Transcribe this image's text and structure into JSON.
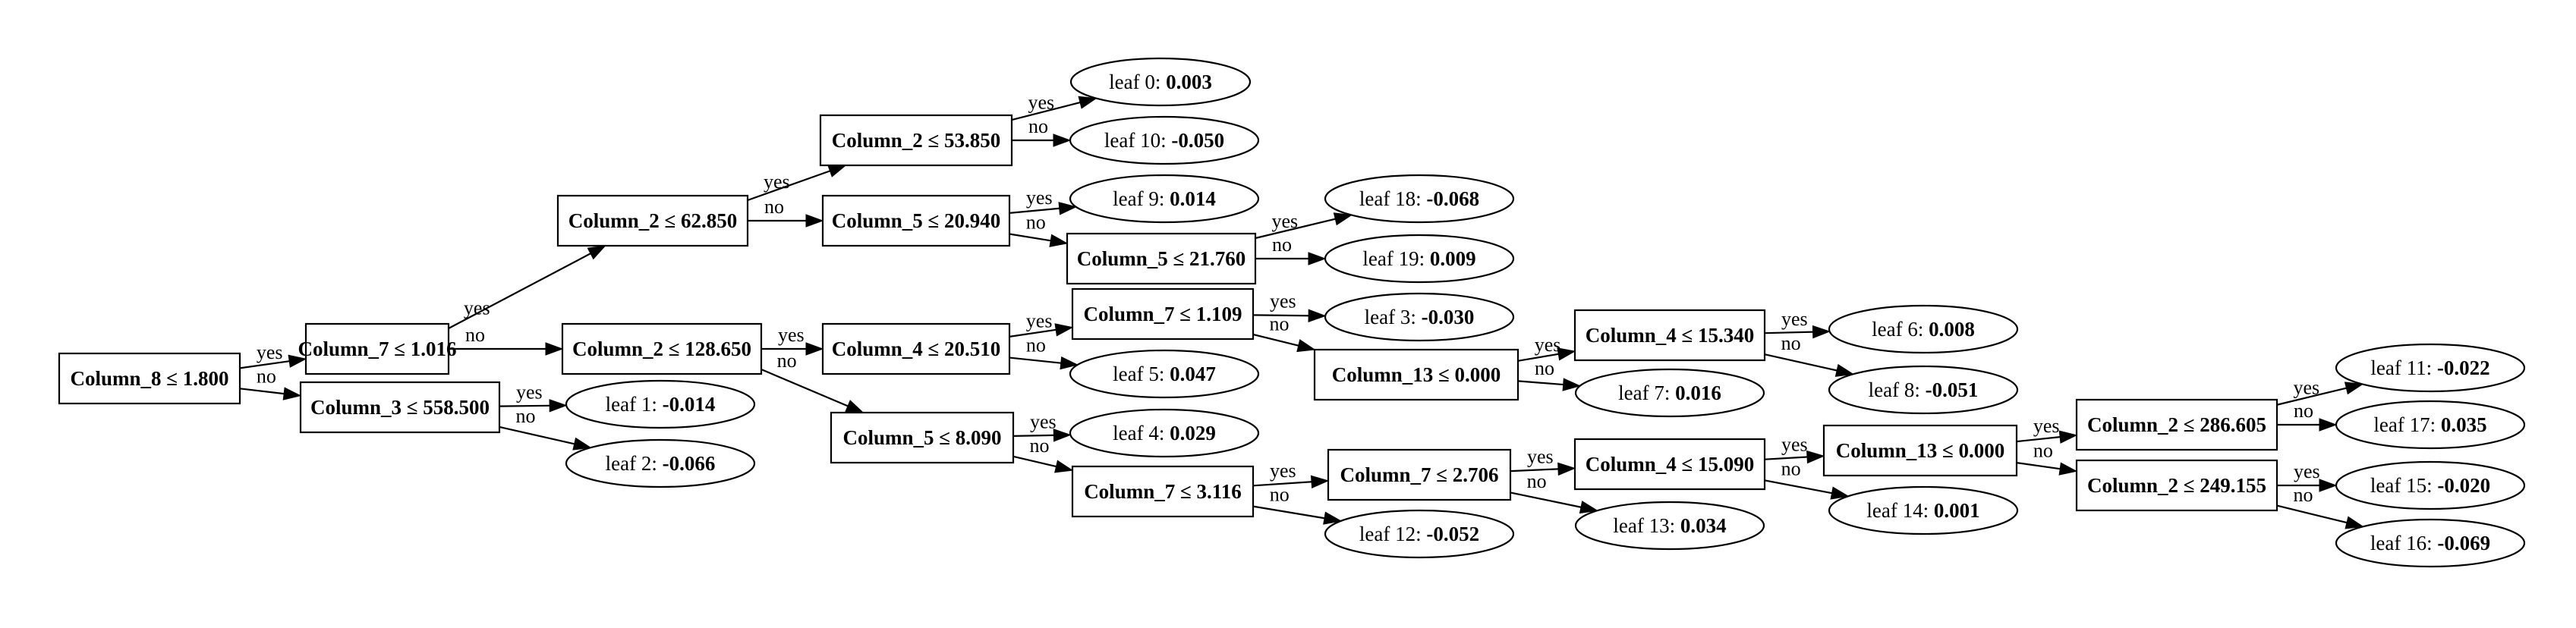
{
  "colors": {
    "stroke": "#000000",
    "fill": "#ffffff"
  },
  "nodes": {
    "s_c8": {
      "kind": "split",
      "label": "Column_8 ≤ 1.800"
    },
    "s_c7a": {
      "kind": "split",
      "label": "Column_7 ≤ 1.016"
    },
    "s_c3": {
      "kind": "split",
      "label": "Column_3 ≤ 558.500"
    },
    "s_c2a": {
      "kind": "split",
      "label": "Column_2 ≤ 62.850"
    },
    "s_c2b": {
      "kind": "split",
      "label": "Column_2 ≤ 128.650"
    },
    "s_c2c": {
      "kind": "split",
      "label": "Column_2 ≤ 53.850"
    },
    "s_c5a": {
      "kind": "split",
      "label": "Column_5 ≤ 20.940"
    },
    "s_c4a": {
      "kind": "split",
      "label": "Column_4 ≤ 20.510"
    },
    "s_c5b": {
      "kind": "split",
      "label": "Column_5 ≤ 8.090"
    },
    "s_c5c": {
      "kind": "split",
      "label": "Column_5 ≤ 21.760"
    },
    "s_c7b": {
      "kind": "split",
      "label": "Column_7 ≤ 1.109"
    },
    "s_c7c": {
      "kind": "split",
      "label": "Column_7 ≤ 3.116"
    },
    "s_c13a": {
      "kind": "split",
      "label": "Column_13 ≤ 0.000"
    },
    "s_c7d": {
      "kind": "split",
      "label": "Column_7 ≤ 2.706"
    },
    "s_c4b": {
      "kind": "split",
      "label": "Column_4 ≤ 15.340"
    },
    "s_c4c": {
      "kind": "split",
      "label": "Column_4 ≤ 15.090"
    },
    "s_c13b": {
      "kind": "split",
      "label": "Column_13 ≤ 0.000"
    },
    "s_c2d": {
      "kind": "split",
      "label": "Column_2 ≤ 286.605"
    },
    "s_c2e": {
      "kind": "split",
      "label": "Column_2 ≤ 249.155"
    },
    "l0": {
      "kind": "leaf",
      "name": "leaf 0: ",
      "value": "0.003"
    },
    "l10": {
      "kind": "leaf",
      "name": "leaf 10: ",
      "value": "-0.050"
    },
    "l9": {
      "kind": "leaf",
      "name": "leaf 9: ",
      "value": "0.014"
    },
    "l18": {
      "kind": "leaf",
      "name": "leaf 18: ",
      "value": "-0.068"
    },
    "l19": {
      "kind": "leaf",
      "name": "leaf 19: ",
      "value": "0.009"
    },
    "l3": {
      "kind": "leaf",
      "name": "leaf 3: ",
      "value": "-0.030"
    },
    "l5": {
      "kind": "leaf",
      "name": "leaf 5: ",
      "value": "0.047"
    },
    "l1": {
      "kind": "leaf",
      "name": "leaf 1: ",
      "value": "-0.014"
    },
    "l2": {
      "kind": "leaf",
      "name": "leaf 2: ",
      "value": "-0.066"
    },
    "l4": {
      "kind": "leaf",
      "name": "leaf 4: ",
      "value": "0.029"
    },
    "l12": {
      "kind": "leaf",
      "name": "leaf 12: ",
      "value": "-0.052"
    },
    "l7": {
      "kind": "leaf",
      "name": "leaf 7: ",
      "value": "0.016"
    },
    "l6": {
      "kind": "leaf",
      "name": "leaf 6: ",
      "value": "0.008"
    },
    "l8": {
      "kind": "leaf",
      "name": "leaf 8: ",
      "value": "-0.051"
    },
    "l13": {
      "kind": "leaf",
      "name": "leaf 13: ",
      "value": "0.034"
    },
    "l14": {
      "kind": "leaf",
      "name": "leaf 14: ",
      "value": "0.001"
    },
    "l11": {
      "kind": "leaf",
      "name": "leaf 11: ",
      "value": "-0.022"
    },
    "l17": {
      "kind": "leaf",
      "name": "leaf 17: ",
      "value": "0.035"
    },
    "l15": {
      "kind": "leaf",
      "name": "leaf 15: ",
      "value": "-0.020"
    },
    "l16": {
      "kind": "leaf",
      "name": "leaf 16: ",
      "value": "-0.069"
    }
  },
  "edges": [
    {
      "from": "s_c8",
      "to": "s_c7a",
      "label": "yes"
    },
    {
      "from": "s_c8",
      "to": "s_c3",
      "label": "no"
    },
    {
      "from": "s_c7a",
      "to": "s_c2a",
      "label": "yes"
    },
    {
      "from": "s_c7a",
      "to": "s_c2b",
      "label": "no"
    },
    {
      "from": "s_c3",
      "to": "l1",
      "label": "yes"
    },
    {
      "from": "s_c3",
      "to": "l2",
      "label": "no"
    },
    {
      "from": "s_c2a",
      "to": "s_c2c",
      "label": "yes"
    },
    {
      "from": "s_c2a",
      "to": "s_c5a",
      "label": "no"
    },
    {
      "from": "s_c2b",
      "to": "s_c4a",
      "label": "yes"
    },
    {
      "from": "s_c2b",
      "to": "s_c5b",
      "label": "no"
    },
    {
      "from": "s_c2c",
      "to": "l0",
      "label": "yes"
    },
    {
      "from": "s_c2c",
      "to": "l10",
      "label": "no"
    },
    {
      "from": "s_c5a",
      "to": "l9",
      "label": "yes"
    },
    {
      "from": "s_c5a",
      "to": "s_c5c",
      "label": "no"
    },
    {
      "from": "s_c4a",
      "to": "s_c7b",
      "label": "yes"
    },
    {
      "from": "s_c4a",
      "to": "l5",
      "label": "no"
    },
    {
      "from": "s_c5b",
      "to": "l4",
      "label": "yes"
    },
    {
      "from": "s_c5b",
      "to": "s_c7c",
      "label": "no"
    },
    {
      "from": "s_c5c",
      "to": "l18",
      "label": "yes"
    },
    {
      "from": "s_c5c",
      "to": "l19",
      "label": "no"
    },
    {
      "from": "s_c7b",
      "to": "l3",
      "label": "yes"
    },
    {
      "from": "s_c7b",
      "to": "s_c13a",
      "label": "no"
    },
    {
      "from": "s_c7c",
      "to": "s_c7d",
      "label": "yes"
    },
    {
      "from": "s_c7c",
      "to": "l12",
      "label": "no"
    },
    {
      "from": "s_c13a",
      "to": "s_c4b",
      "label": "yes"
    },
    {
      "from": "s_c13a",
      "to": "l7",
      "label": "no"
    },
    {
      "from": "s_c7d",
      "to": "s_c4c",
      "label": "yes"
    },
    {
      "from": "s_c7d",
      "to": "l13",
      "label": "no"
    },
    {
      "from": "s_c4b",
      "to": "l6",
      "label": "yes"
    },
    {
      "from": "s_c4b",
      "to": "l8",
      "label": "no"
    },
    {
      "from": "s_c4c",
      "to": "s_c13b",
      "label": "yes"
    },
    {
      "from": "s_c4c",
      "to": "l14",
      "label": "no"
    },
    {
      "from": "s_c13b",
      "to": "s_c2d",
      "label": "yes"
    },
    {
      "from": "s_c13b",
      "to": "s_c2e",
      "label": "no"
    },
    {
      "from": "s_c2d",
      "to": "l11",
      "label": "yes"
    },
    {
      "from": "s_c2d",
      "to": "l17",
      "label": "no"
    },
    {
      "from": "s_c2e",
      "to": "l15",
      "label": "yes"
    },
    {
      "from": "s_c2e",
      "to": "l16",
      "label": "no"
    }
  ]
}
